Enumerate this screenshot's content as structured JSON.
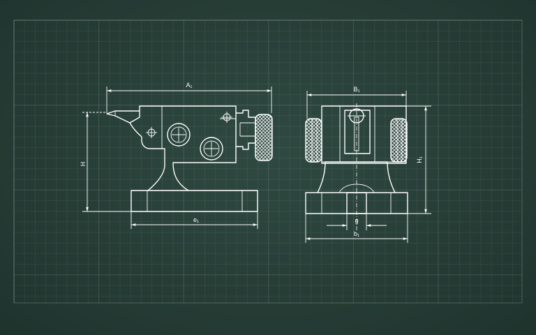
{
  "colors": {
    "background": "#263d36",
    "grid": "#3f5a52",
    "line": "#ffffff"
  },
  "drawing": {
    "side_view": {
      "dimension_labels": {
        "top_length": "A₁",
        "base_length": "e₁",
        "height": "H"
      }
    },
    "front_view": {
      "dimension_labels": {
        "top_width": "B₁",
        "base_width": "b₁",
        "slot_width": "g",
        "height": "H₁"
      }
    }
  }
}
